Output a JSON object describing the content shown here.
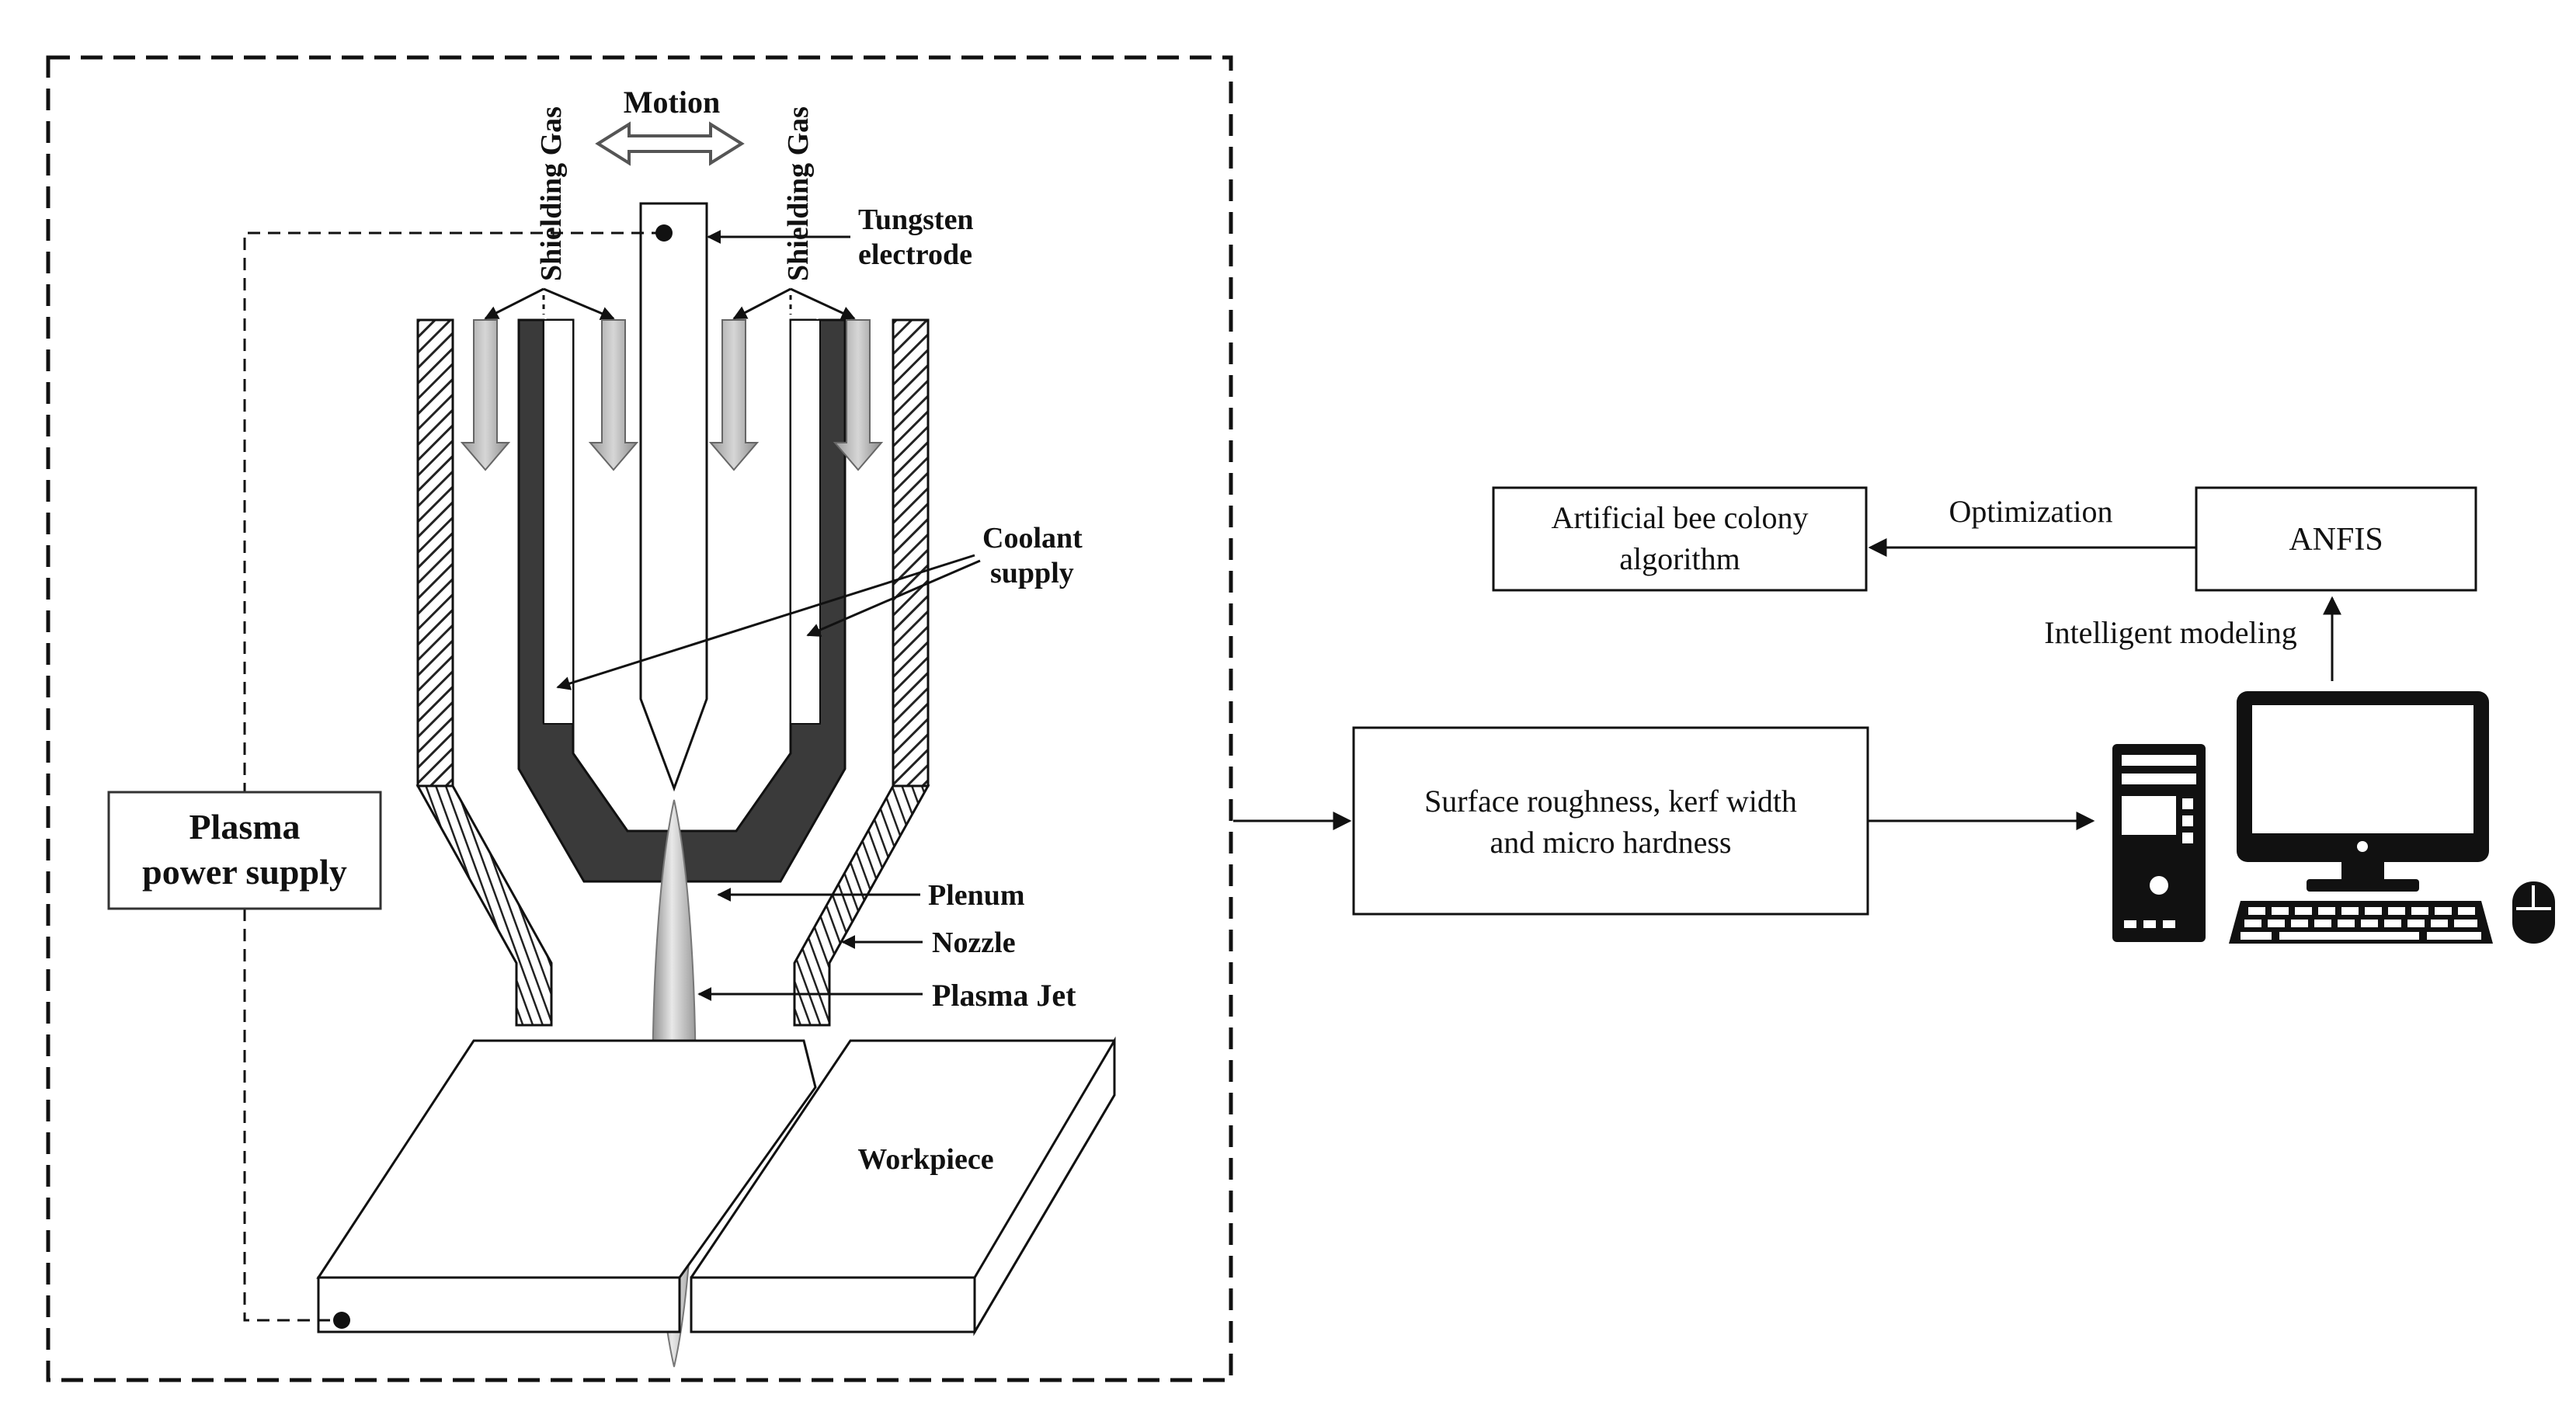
{
  "labels": {
    "motion": "Motion",
    "shielding_gas_left": "Shielding Gas",
    "shielding_gas_right": "Shielding Gas",
    "tungsten_line1": "Tungsten",
    "tungsten_line2": "electrode",
    "coolant_line1": "Coolant",
    "coolant_line2": "supply",
    "plasma_ps_line1": "Plasma",
    "plasma_ps_line2": "power supply",
    "plenum": "Plenum",
    "nozzle": "Nozzle",
    "plasma_jet": "Plasma Jet",
    "workpiece": "Workpiece"
  },
  "boxes": {
    "responses_line1": "Surface roughness, kerf width",
    "responses_line2": "and micro hardness",
    "abc_line1": "Artificial bee colony",
    "abc_line2": "algorithm",
    "anfis": "ANFIS"
  },
  "edges": {
    "optimization": "Optimization",
    "intelligent_modeling": "Intelligent modeling"
  },
  "icons": {
    "computer": "desktop-computer-icon"
  }
}
